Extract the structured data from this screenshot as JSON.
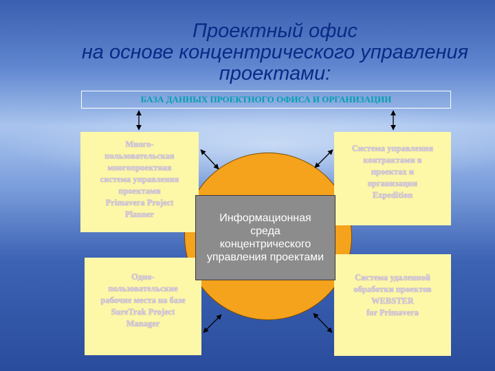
{
  "title": {
    "line1": "Проектный офис",
    "line2": "на основе концентрического управления",
    "line3": "проектами:"
  },
  "database": {
    "label": "БАЗА ДАННЫХ ПРОЕКТНОГО ОФИСА И ОРГАНИЗАЦИИ"
  },
  "boxes": {
    "top_left": "Много-\nпользовательская\nмногопроектная\nсистема управления\nпроектами\nPrimavera Project\nPlanner",
    "top_right": "Система управления\nконтрактами в\nпроектах и\nорганизации\nExpedition",
    "bottom_left": "Одно-\nпользовательские\nрабочие места на базе\nSureTrak Project\nManager",
    "bottom_right": "Система удаленной\nобработки проектов\nWEBSTER\nfor Primavera"
  },
  "center": {
    "label": "Информационная\nсреда\nконцентрического\nуправления проектами"
  },
  "colors": {
    "title": "#0a2a86",
    "box_fill": "#fdf7a8",
    "circle_fill": "#f5a21c",
    "center_fill": "#8c8c8c",
    "db_text": "#00a0b0"
  }
}
